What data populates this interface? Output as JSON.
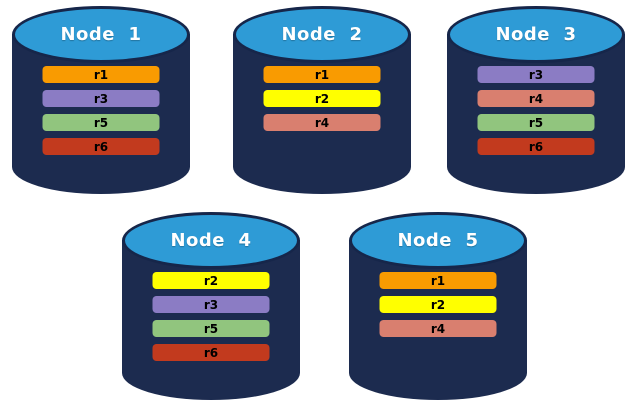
{
  "diagram": {
    "description": "Database cluster replica placement diagram"
  },
  "colors": {
    "cylinder_body": "#1C2B4F",
    "cylinder_top": "#2E9BD6",
    "cylinder_border": "#16264A",
    "title_text": "#ffffff",
    "bar_text": "#000000",
    "replica_colors": {
      "r1": "#F99B01",
      "r2": "#FFFF00",
      "r3": "#8B7CC4",
      "r4": "#D97F6F",
      "r5": "#91C57E",
      "r6": "#C23A1E"
    }
  },
  "nodes": [
    {
      "label": "Node  1",
      "replicas": [
        "r1",
        "r3",
        "r5",
        "r6"
      ]
    },
    {
      "label": "Node  2",
      "replicas": [
        "r1",
        "r2",
        "r4"
      ]
    },
    {
      "label": "Node  3",
      "replicas": [
        "r3",
        "r4",
        "r5",
        "r6"
      ]
    },
    {
      "label": "Node  4",
      "replicas": [
        "r2",
        "r3",
        "r5",
        "r6"
      ]
    },
    {
      "label": "Node  5",
      "replicas": [
        "r1",
        "r2",
        "r4"
      ]
    }
  ]
}
